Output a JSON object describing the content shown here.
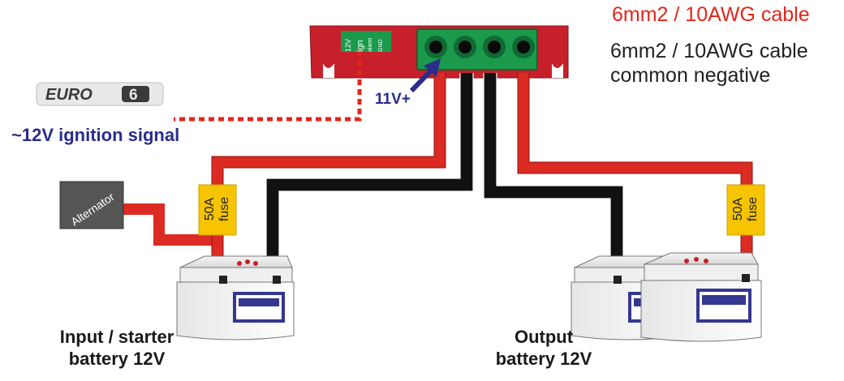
{
  "legend": {
    "red_cable": "6mm2 / 10AWG cable",
    "black_cable_line1": "6mm2 / 10AWG cable",
    "black_cable_line2": "common negative"
  },
  "device": {
    "terminals": [
      "12V",
      "ign",
      "alarm",
      "GND"
    ]
  },
  "ignition": {
    "label": "~12V ignition signal",
    "euro_badge": "EURO",
    "euro_number": "6"
  },
  "arrow_label": "11V+",
  "alternator_label": "Alternator",
  "fuses": [
    {
      "line1": "50A",
      "line2": "fuse"
    },
    {
      "line1": "50A",
      "line2": "fuse"
    }
  ],
  "batteries": {
    "input_line1": "Input / starter",
    "input_line2": "battery 12V",
    "output_line1": "Output",
    "output_line2": "battery 12V"
  },
  "colors": {
    "cable_red": "#dc2b22",
    "cable_black": "#111111",
    "device_red": "#c8202b",
    "connector_green": "#1a9a4a",
    "fuse_yellow": "#f6c400",
    "signal_blue": "#2a2d8a"
  }
}
